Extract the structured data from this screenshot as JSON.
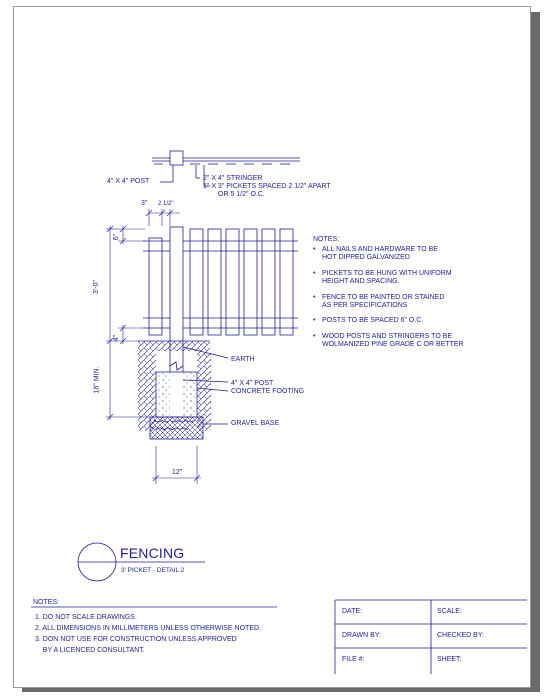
{
  "drawing": {
    "labels": {
      "post_top": "4\" X 4\" POST",
      "stringer": "2\" X 4\" STRINGER",
      "pickets_line1": "1\" X 3\" PICKETS SPACED 2 1/2\" APART",
      "pickets_line2": "OR 5 1/2\" O.C.",
      "dim_3in": "3\"",
      "dim_2_1_2": "2 1/2\"",
      "dim_6in": "6\"",
      "dim_3ft": "3'-0\"",
      "dim_4in": "4\"",
      "dim_18min": "18\" MIN.",
      "dim_12in": "12\"",
      "earth": "EARTH",
      "post_bottom": "4\" X 4\" POST",
      "concrete": "CONCRETE FOOTING",
      "gravel": "GRAVEL BASE"
    },
    "notes": {
      "heading": "NOTES:",
      "items": [
        {
          "line1": "ALL NAILS AND HARDWARE TO BE",
          "line2": "HOT DIPPED GALVANIZED"
        },
        {
          "line1": "PICKETS TO BE HUNG WITH UNIFORM",
          "line2": "HEIGHT AND SPACING."
        },
        {
          "line1": "FENCE TO BE PAINTED OR STAINED",
          "line2": "AS PER SPECIFICATIONS"
        },
        {
          "line1": "POSTS TO BE SPACED 6\" O.C.",
          "line2": ""
        },
        {
          "line1": "WOOD POSTS AND STRINGERS TO BE",
          "line2": "WOLMANIZED PINE GRADE C OR BETTER"
        }
      ]
    }
  },
  "title": {
    "main": "FENCING",
    "sub": "3' PICKET - DETAIL 2"
  },
  "general_notes": {
    "heading": "NOTES:",
    "lines": [
      "1.  DO NOT SCALE DRAWINGS.",
      "2.  ALL DIMENSIONS IN MILLIMETERS UNLESS OTHERWISE NOTED.",
      "3. DON NOT USE FOR CONSTRUCTION UNLESS APPROVED",
      "    BY A LICENCED CONSULTANT."
    ]
  },
  "title_block": {
    "date": "DATE:",
    "scale": "SCALE:",
    "drawn_by": "DRAWN BY:",
    "checked_by": "CHECKED BY:",
    "file": "FILE #:",
    "sheet": "SHEET:"
  },
  "colors": {
    "ink": "#1e1e9a",
    "paper": "#ffffff",
    "shadow": "#6a6a6a"
  }
}
